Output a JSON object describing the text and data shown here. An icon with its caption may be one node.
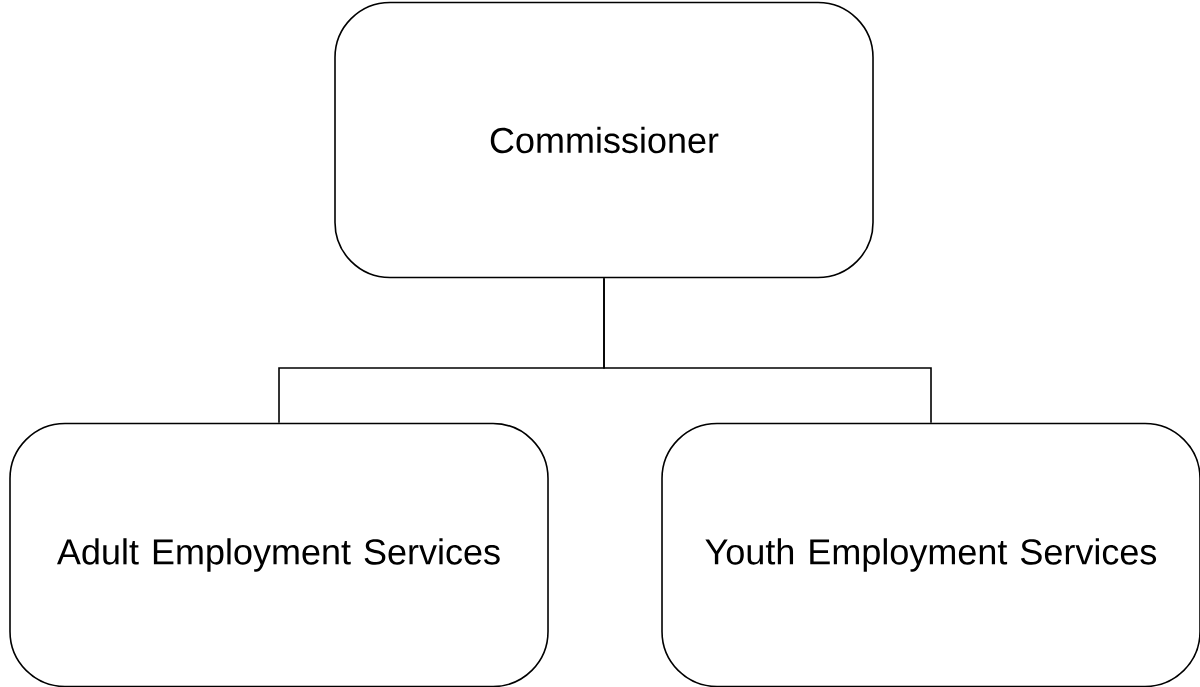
{
  "diagram": {
    "nodes": [
      {
        "text": [
          "Commissioner"
        ]
      },
      {
        "text": [
          "Adult Employment Services"
        ]
      },
      {
        "text": [
          "Youth Employment Services"
        ]
      }
    ],
    "edges": [
      {
        "from": 0,
        "to": 1,
        "arrow": "none"
      },
      {
        "from": 0,
        "to": 2,
        "arrow": "none"
      }
    ]
  }
}
